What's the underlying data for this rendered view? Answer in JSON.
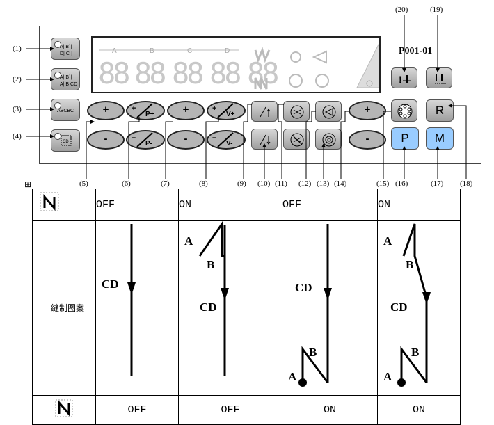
{
  "panel": {
    "model": "P001-01",
    "lcd_letters": [
      "A",
      "B",
      "C",
      "D"
    ],
    "lcd_digits": "88 88 88 88 88",
    "right_buttons": {
      "r": "R",
      "p": "P",
      "m": "M"
    },
    "plus": "+",
    "minus": "-",
    "p_plus": "P+",
    "p_minus": "P-",
    "v_plus": "V+",
    "v_minus": "V-"
  },
  "callouts": [
    "(1)",
    "(2)",
    "(3)",
    "(4)",
    "(5)",
    "(6)",
    "(7)",
    "(8)",
    "(9)",
    "(10)",
    "(11)",
    "(12)",
    "(13)",
    "(14)",
    "(15)",
    "(16)",
    "(17)",
    "(18)",
    "(19)",
    "(20)"
  ],
  "expand_icon": "⊞",
  "table": {
    "row1": [
      "OFF",
      "ON",
      "OFF",
      "ON"
    ],
    "row2_label": "缝制图案",
    "row3": [
      "OFF",
      "OFF",
      "ON",
      "ON"
    ],
    "cd": "CD",
    "a": "A",
    "b": "B"
  },
  "colors": {
    "button_gray": "#b5b5b5",
    "button_blue": "#99ccff",
    "line": "#000000"
  }
}
